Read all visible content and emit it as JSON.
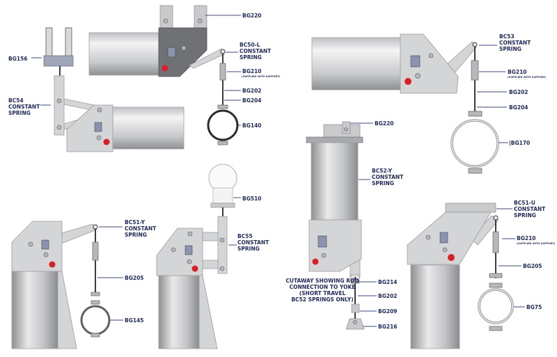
{
  "labels": {
    "a1_bg220": "BG220",
    "a1_title": [
      "BC50-L",
      "CONSTANT",
      "SPRING"
    ],
    "a1_bg210": "BG210",
    "a1_bg210_note": "(SUPPLIED WITH SUPPORT)",
    "a1_bg202": "BG202",
    "a1_bg204": "BG204",
    "a1_bg140": "BG140",
    "a2_bg156": "BG156",
    "a2_title": [
      "BC54",
      "CONSTANT",
      "SPRING"
    ],
    "a3_title": [
      "BC53",
      "CONSTANT",
      "SPRING"
    ],
    "a3_bg210": "BG210",
    "a3_bg210_note": "(SUPPLIED WITH SUPPORT)",
    "a3_bg202": "BG202",
    "a3_bg204": "BG204",
    "a3_bg170": "|BG170",
    "a4_bg220": "BG220",
    "a4_title": [
      "BC52-Y",
      "CONSTANT",
      "SPRING"
    ],
    "a4_cutaway": [
      "CUTAWAY SHOWING ROD",
      "CONNECTION TO YOKE",
      "(SHORT TRAVEL",
      "BC52 SPRINGS ONLY)"
    ],
    "a4_bg214": "BG214",
    "a4_bg202": "BG202",
    "a4_bg209": "BG209",
    "a4_bg216": "BG216",
    "a5_title": [
      "BC51-Y",
      "CONSTANT",
      "SPRING"
    ],
    "a5_bg205": "BG205",
    "a5_bg145": "BG145",
    "a6_bg510": "BG510",
    "a6_title": [
      "BC55",
      "CONSTANT",
      "SPRING"
    ],
    "a7_title": [
      "BC51-U",
      "CONSTANT",
      "SPRING"
    ],
    "a7_bg210": "BG210",
    "a7_bg210_note": "(SUPPLIED WITH SUPPORT)",
    "a7_bg205": "BG205",
    "a7_bg75": "BG75"
  },
  "colors": {
    "label_text": "#1f2a5e",
    "indicator_red": "#d91f26",
    "housing_gray": "#d4d5d7",
    "housing_dark": "#707175"
  }
}
